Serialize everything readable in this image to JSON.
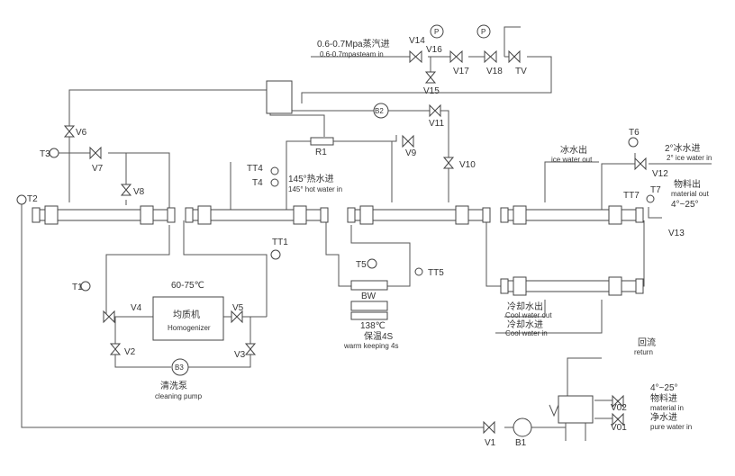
{
  "labels": {
    "steam_cn": "0.6-0.7Mpa蒸汽进",
    "steam_en": "0.6-0.7mpasteam in",
    "v14": "V14",
    "v16": "V16",
    "v15": "V15",
    "v17": "V17",
    "v18": "V18",
    "tv": "TV",
    "p_left": "P",
    "p_right": "P",
    "v6": "V6",
    "v7": "V7",
    "v8": "V8",
    "v9": "V9",
    "v10": "V10",
    "v11": "V11",
    "v12": "V12",
    "v13": "V13",
    "v1": "V1",
    "v2": "V2",
    "v3": "V3",
    "v4": "V4",
    "v5": "V5",
    "v01": "V01",
    "v02": "V02",
    "t1": "T1",
    "t2": "T2",
    "t3": "T3",
    "t4": "T4",
    "t5": "T5",
    "t6": "T6",
    "t7": "T7",
    "tt1": "TT1",
    "tt4": "TT4",
    "tt5": "TT5",
    "tt7": "TT7",
    "r1": "R1",
    "b1": "B1",
    "b2": "B2",
    "b3": "B3",
    "bw": "BW",
    "hot_water_cn": "145°热水进",
    "hot_water_en": "145°  hot water in",
    "ice_out_cn": "冰水出",
    "ice_out_en": "ice water out",
    "ice_in_cn": "2°冰水进",
    "ice_in_en": "2°  ice water in",
    "product_out_cn": "物料出",
    "product_out_en": "material out",
    "product_out_temp": "4°~25°",
    "homog_temp": "60-75℃",
    "homog_cn": "均质机",
    "homog_en": "Homogenizer",
    "hold_temp": "138℃",
    "hold_cn": "保温4S",
    "hold_en": "warm keeping 4s",
    "cool_out_cn": "冷却水出",
    "cool_out_en": "Cool water out",
    "cool_in_cn": "冷却水进",
    "cool_in_en": "Cool water in",
    "return_cn": "回流",
    "return_en": "return",
    "cleaning_cn": "清洗泵",
    "cleaning_en": "cleaning pump",
    "material_in_temp": "4°~25°",
    "material_in_cn": "物料进",
    "material_in_en": "material in",
    "pure_in_cn": "净水进",
    "pure_in_en": "pure water in"
  }
}
